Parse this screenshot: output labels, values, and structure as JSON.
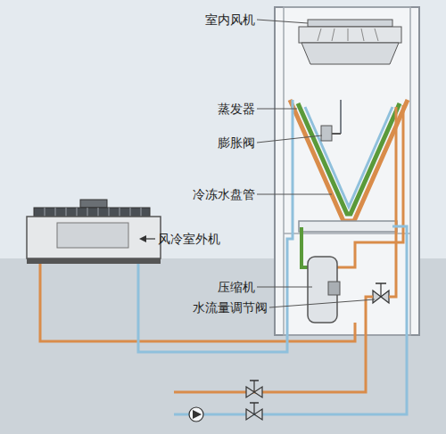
{
  "diagram": {
    "labels": [
      "室内风机",
      "蒸发器",
      "膨胀阀",
      "冷冻水盘管",
      "风冷室外机",
      "压缩机",
      "水流量调节阀"
    ]
  }
}
